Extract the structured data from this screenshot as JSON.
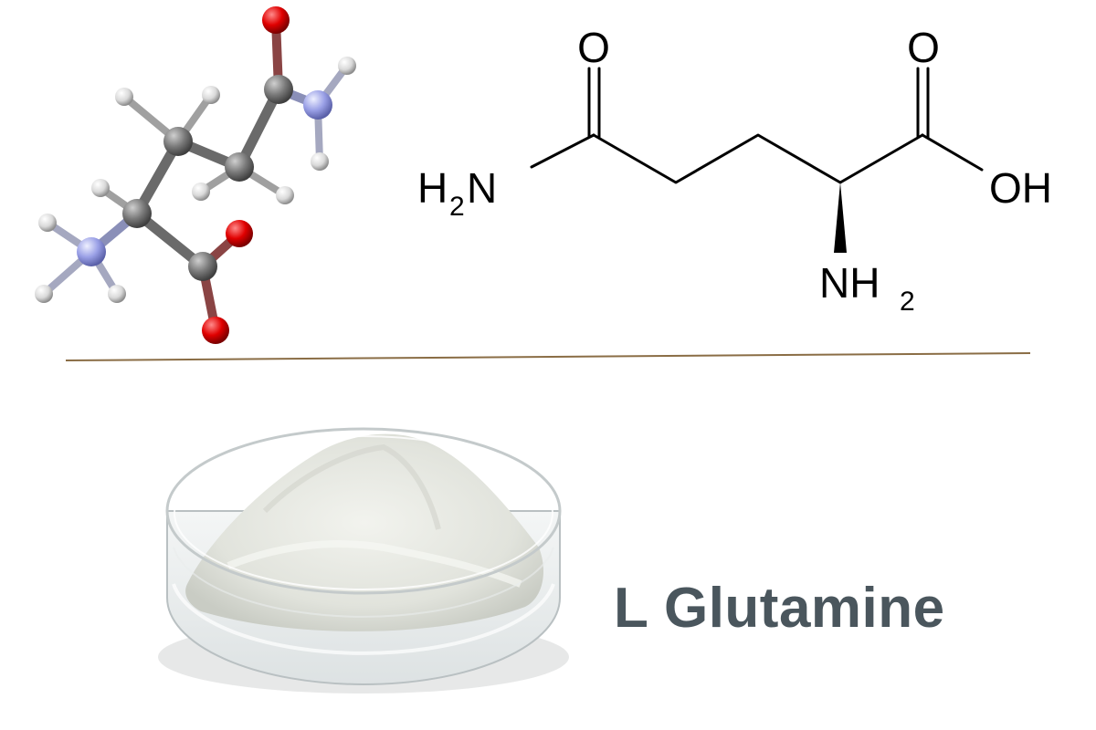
{
  "product": {
    "name": "L Glutamine"
  },
  "structure": {
    "labels": {
      "amide_oxygen": "O",
      "acid_oxygen": "O",
      "amide_nitrogen": "N",
      "amide_h": "H",
      "amide_sub": "2",
      "hydroxyl": "OH",
      "amino_nitrogen": "NH",
      "amino_sub": "2"
    }
  },
  "colors": {
    "title": "#4a565d",
    "divider": "#8a6d45",
    "bond": "#000000",
    "atom_carbon": "#7a7a7a",
    "atom_oxygen": "#e00000",
    "atom_nitrogen": "#9aa0e6",
    "atom_hydrogen": "#d9d9d9"
  }
}
